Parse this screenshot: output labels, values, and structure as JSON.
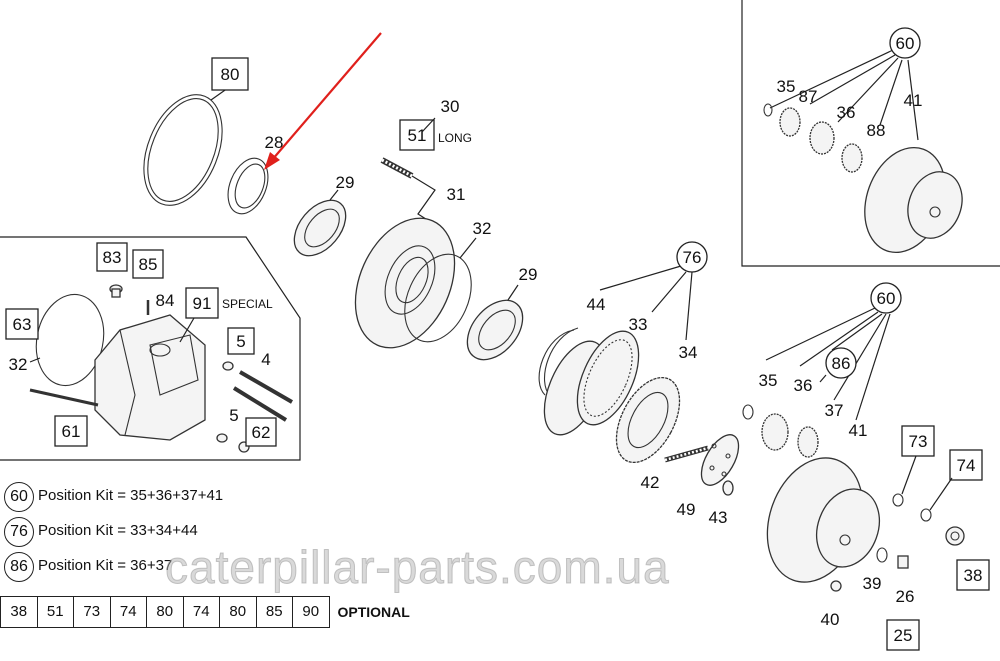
{
  "callouts": {
    "c80": "80",
    "c28": "28",
    "c29a": "29",
    "c30": "30",
    "c51": "51",
    "long": "LONG",
    "c31": "31",
    "c32a": "32",
    "c29b": "29",
    "c76": "76",
    "c44": "44",
    "c33": "33",
    "c34": "34",
    "c42": "42",
    "c49": "49",
    "c43": "43",
    "c83": "83",
    "c85": "85",
    "c84": "84",
    "c91": "91",
    "special": "SPECIAL",
    "c63": "63",
    "c32b": "32",
    "c5a": "5",
    "c4": "4",
    "c5b": "5",
    "c61": "61",
    "c62": "62",
    "c60a": "60",
    "c35a": "35",
    "c87": "87",
    "c36a": "36",
    "c88": "88",
    "c41a": "41",
    "c60b": "60",
    "c86": "86",
    "c35b": "35",
    "c36b": "36",
    "c37": "37",
    "c41b": "41",
    "c73": "73",
    "c74": "74",
    "c38": "38",
    "c39": "39",
    "c26": "26",
    "c40": "40",
    "c25": "25"
  },
  "legend": [
    {
      "num": "60",
      "text": "Position Kit = 35+36+37+41"
    },
    {
      "num": "76",
      "text": "Position Kit = 33+34+44"
    },
    {
      "num": "86",
      "text": "Position Kit = 36+37"
    }
  ],
  "optional": {
    "cells": [
      "38",
      "51",
      "73",
      "74",
      "80",
      "74",
      "80",
      "85",
      "90"
    ],
    "label": "OPTIONAL"
  },
  "watermark": "caterpillar-parts.com.ua",
  "colors": {
    "arrow": "#e0201c",
    "line": "#222222"
  }
}
